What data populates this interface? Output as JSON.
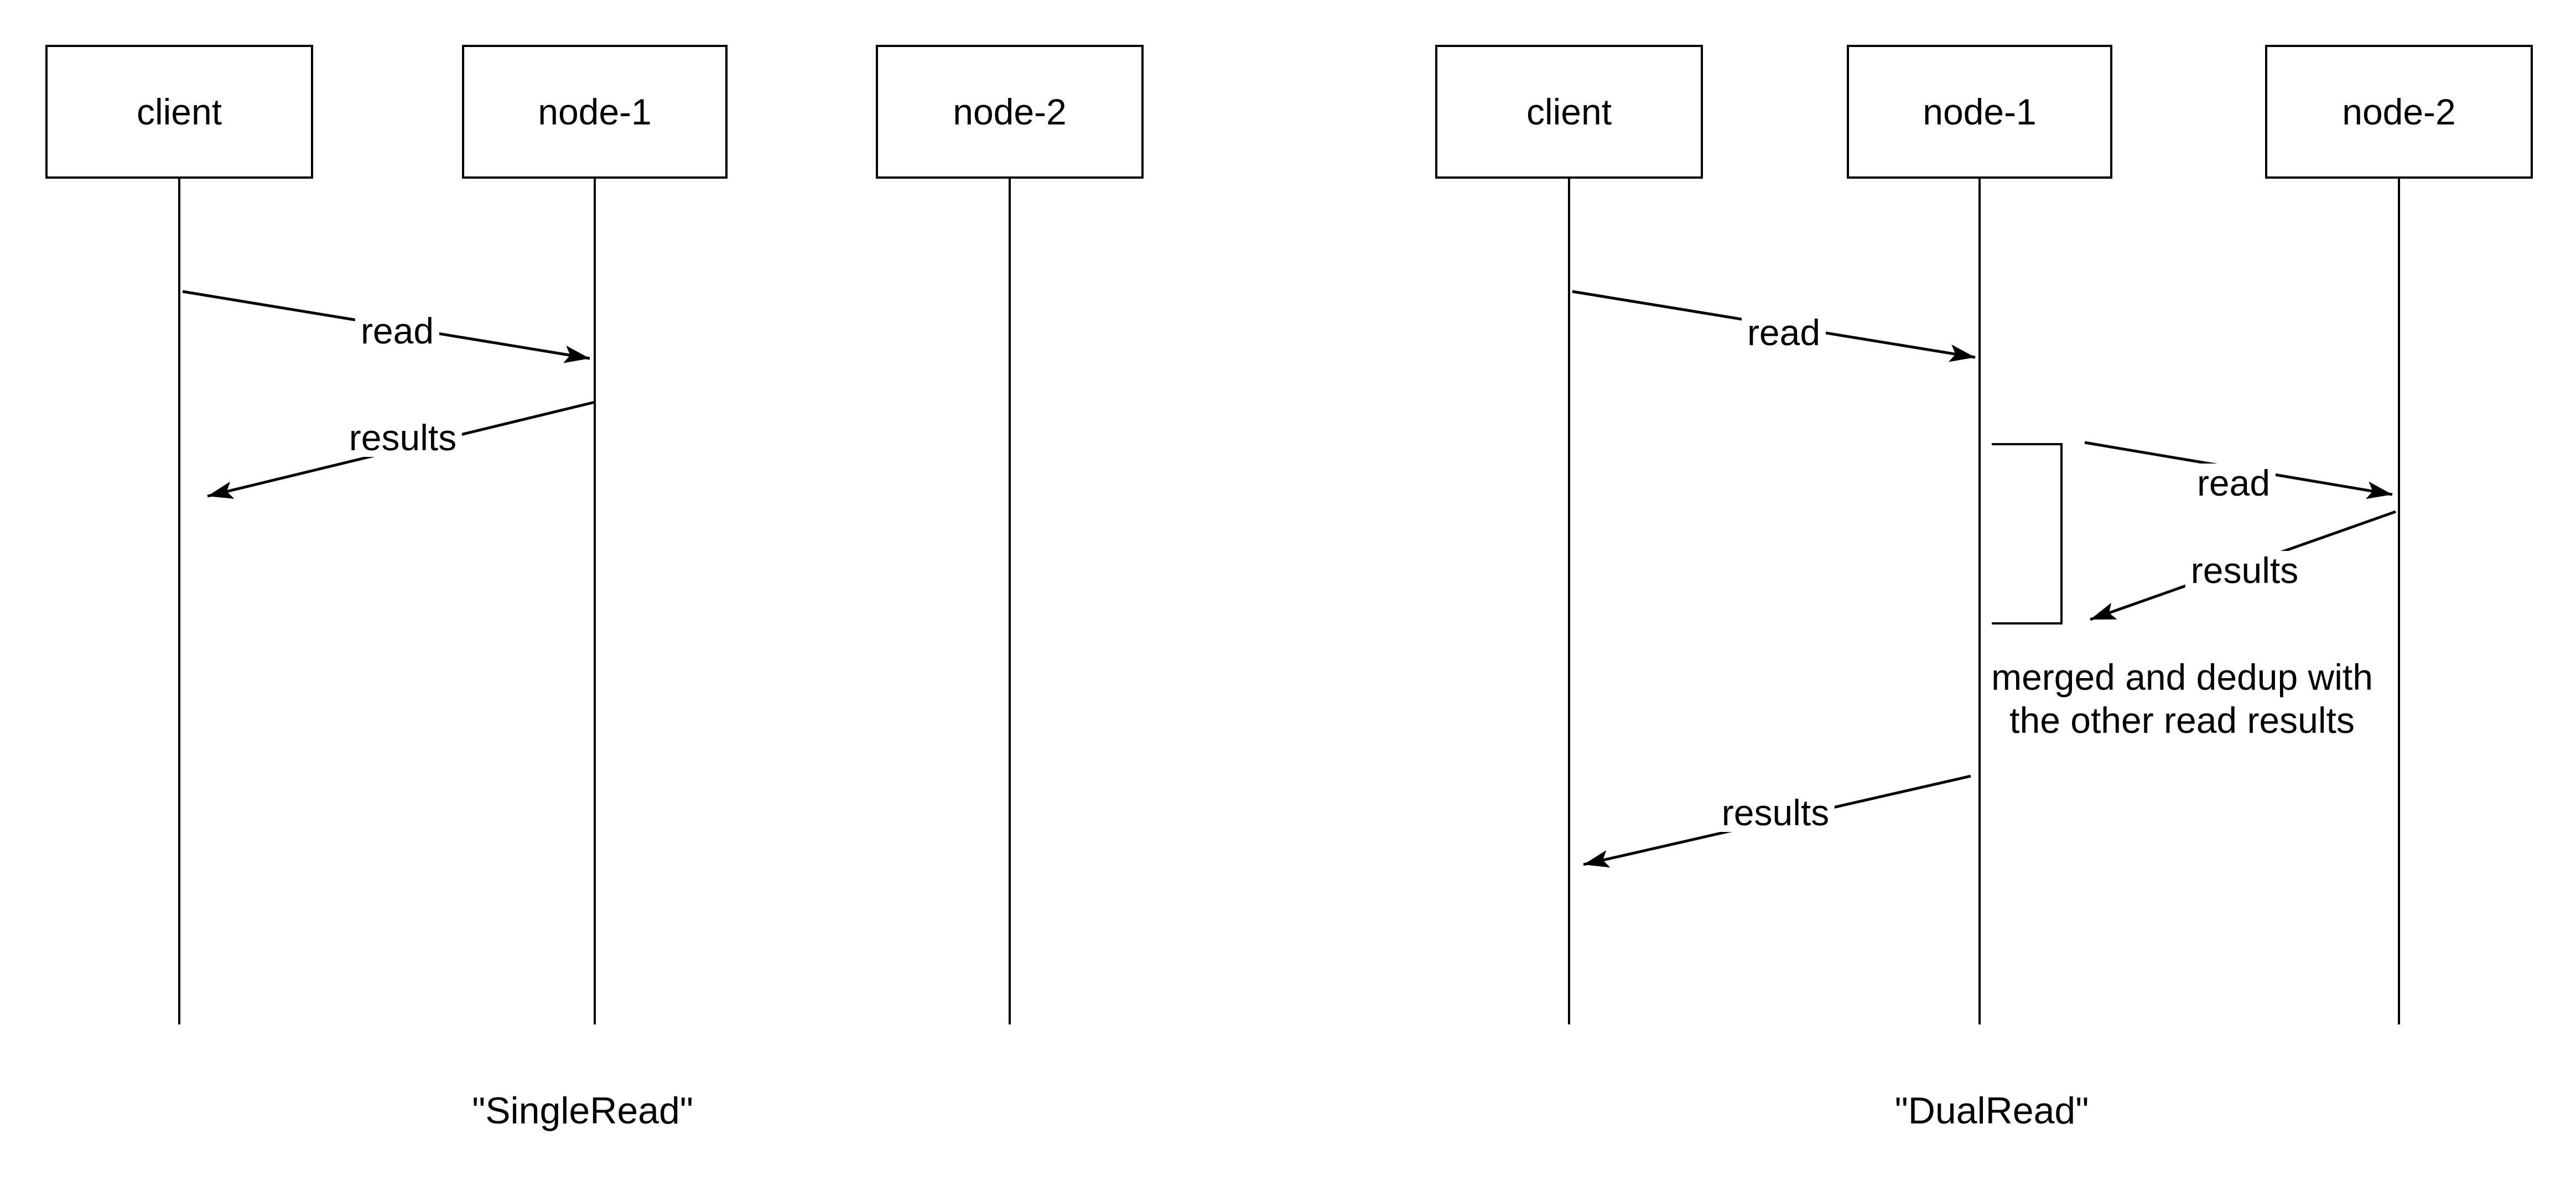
{
  "colors": {
    "stroke": "#000000",
    "background": "#ffffff",
    "text": "#000000"
  },
  "diagrams": [
    {
      "caption": "\"SingleRead\"",
      "actors": [
        {
          "label": "client"
        },
        {
          "label": "node-1"
        },
        {
          "label": "node-2"
        }
      ],
      "messages": [
        {
          "label": "read",
          "from": "client",
          "to": "node-1"
        },
        {
          "label": "results",
          "from": "node-1",
          "to": "client"
        }
      ]
    },
    {
      "caption": "\"DualRead\"",
      "actors": [
        {
          "label": "client"
        },
        {
          "label": "node-1"
        },
        {
          "label": "node-2"
        }
      ],
      "messages": [
        {
          "label": "read",
          "from": "client",
          "to": "node-1"
        },
        {
          "label": "read",
          "from": "node-1",
          "to": "node-2"
        },
        {
          "label": "results",
          "from": "node-2",
          "to": "node-1"
        },
        {
          "label": "results",
          "from": "node-1",
          "to": "client"
        }
      ],
      "note": "merged and dedup with the other read results"
    }
  ]
}
